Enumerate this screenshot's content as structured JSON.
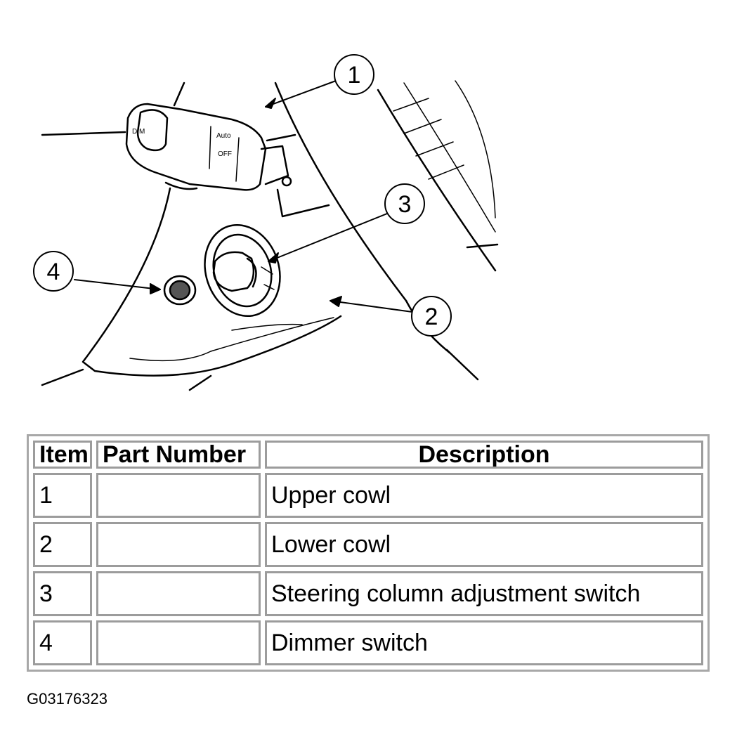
{
  "callouts": [
    "1",
    "2",
    "3",
    "4"
  ],
  "switch_legend_text": [
    "DIM",
    "Auto",
    "OFF"
  ],
  "table": {
    "headers": [
      "Item",
      "Part Number",
      "Description"
    ],
    "rows": [
      {
        "item": "1",
        "part_number": "",
        "description": "Upper cowl"
      },
      {
        "item": "2",
        "part_number": "",
        "description": "Lower cowl"
      },
      {
        "item": "3",
        "part_number": "",
        "description": "Steering column adjustment switch"
      },
      {
        "item": "4",
        "part_number": "",
        "description": "Dimmer switch"
      }
    ]
  },
  "figure_code": "G03176323"
}
